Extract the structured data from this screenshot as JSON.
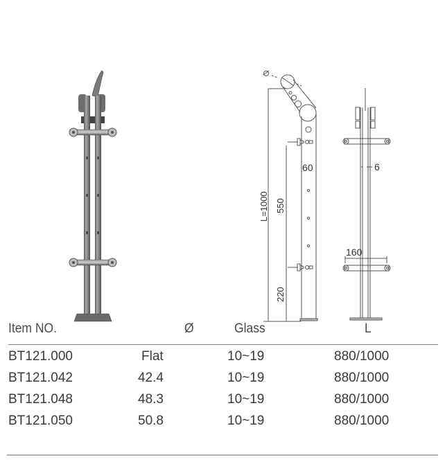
{
  "product_sheet": {
    "images": {
      "photo": {
        "alt": "Stainless steel glass railing post with twin flat bars, top handrail saddle and two pairs of glass clamps"
      },
      "side_drawing": {
        "labels": {
          "diameter_symbol": "Ø",
          "post_width": "60",
          "total_length": "L=1000",
          "clamp_spacing": "550",
          "bottom_clamp_height": "220"
        }
      },
      "front_drawing": {
        "labels": {
          "glass_gap": "6",
          "clamp_span": "160"
        }
      }
    },
    "table": {
      "headers": {
        "item_no": "Item NO.",
        "diameter": "Ø",
        "glass": "Glass",
        "length": "L"
      },
      "rows": [
        {
          "item_no": "BT121.000",
          "diameter": "Flat",
          "glass": "10~19",
          "length": "880/1000"
        },
        {
          "item_no": "BT121.042",
          "diameter": "42.4",
          "glass": "10~19",
          "length": "880/1000"
        },
        {
          "item_no": "BT121.048",
          "diameter": "48.3",
          "glass": "10~19",
          "length": "880/1000"
        },
        {
          "item_no": "BT121.050",
          "diameter": "50.8",
          "glass": "10~19",
          "length": "880/1000"
        }
      ]
    }
  }
}
